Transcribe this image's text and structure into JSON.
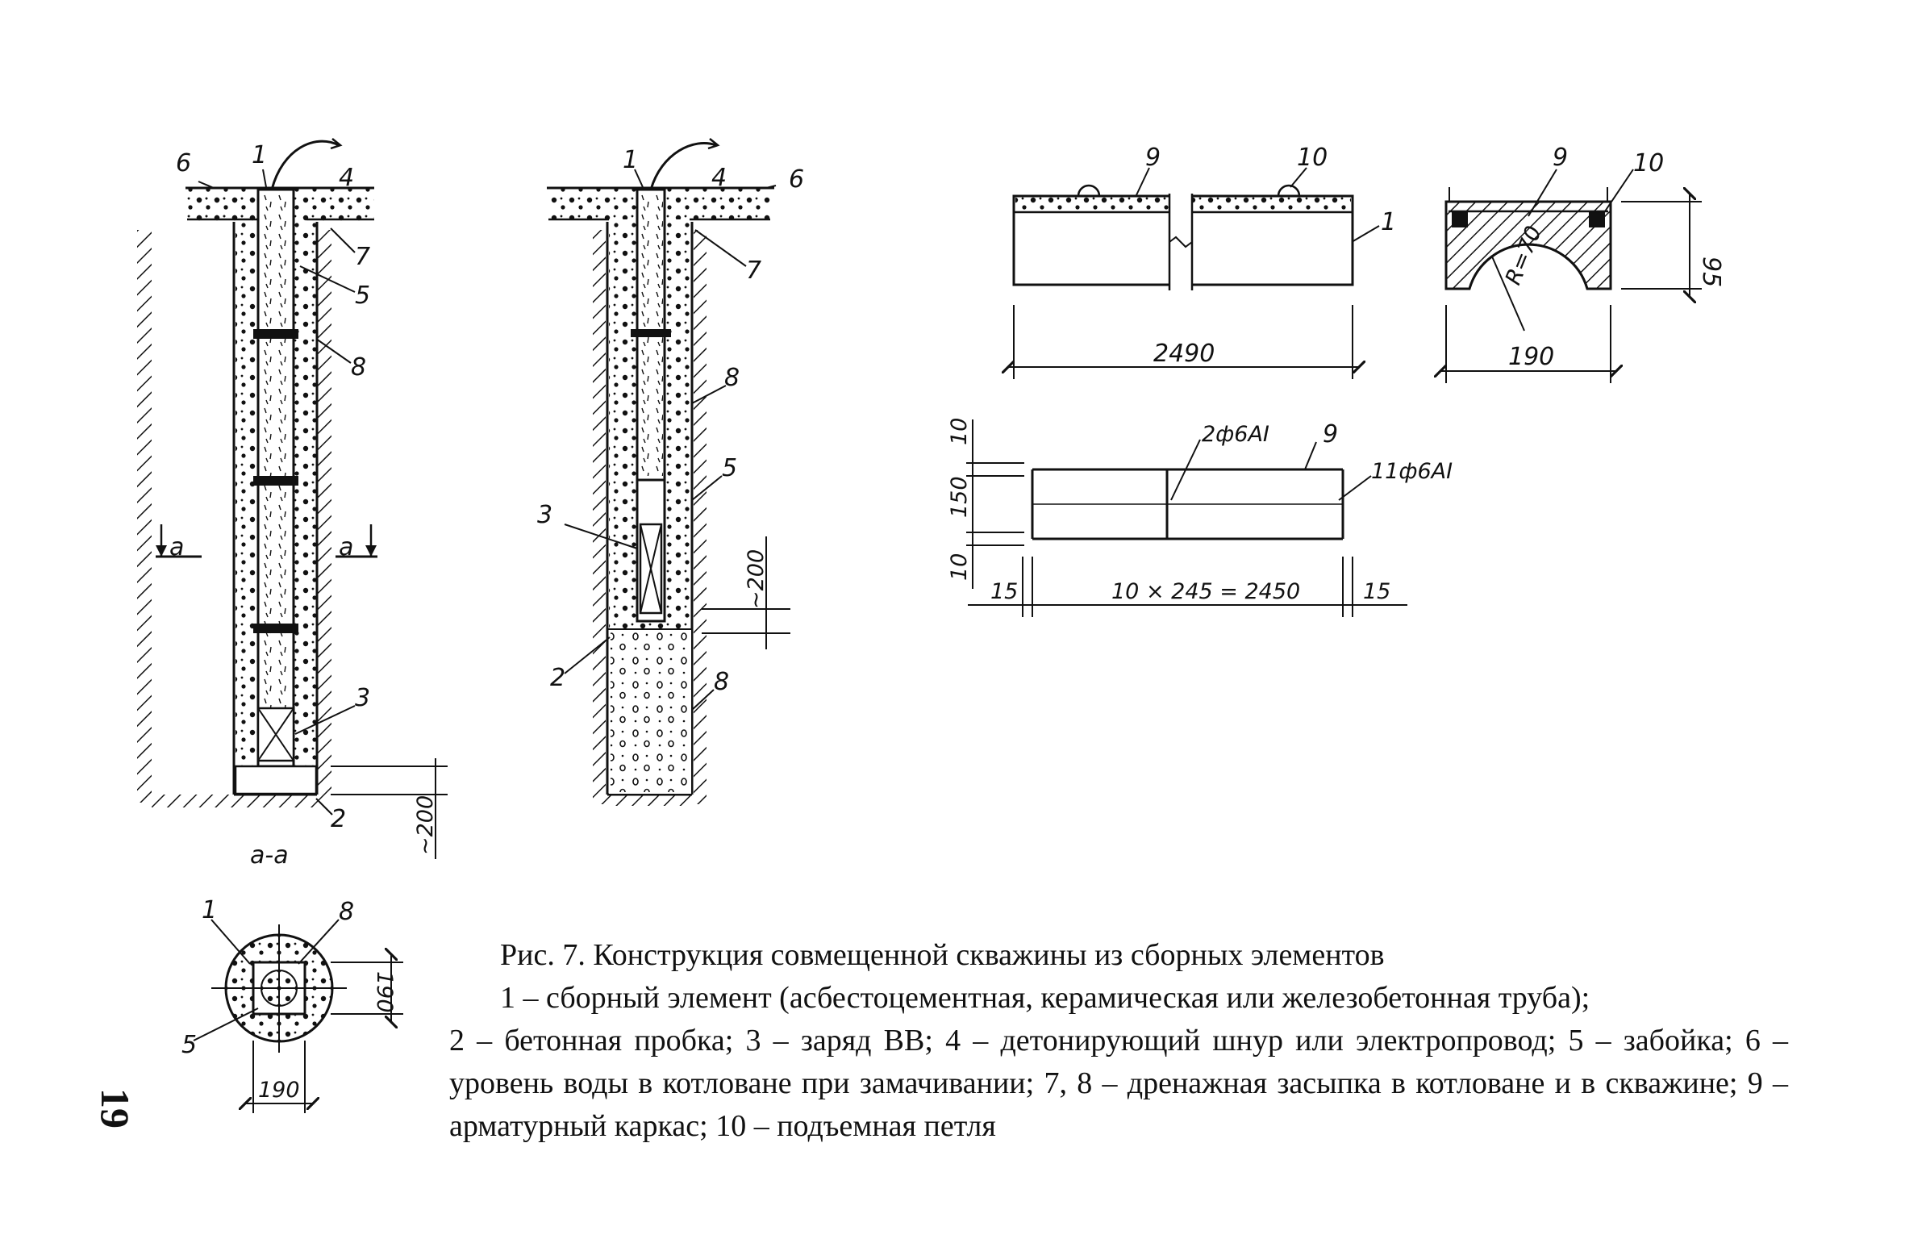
{
  "page_number": "19",
  "figure": {
    "section_label": "a-a",
    "cut_marker": "a",
    "labels": {
      "l1": "1",
      "l2": "2",
      "l3": "3",
      "l4": "4",
      "l5": "5",
      "l6": "6",
      "l7": "7",
      "l8": "8",
      "l9": "9",
      "l10": "10"
    },
    "dimensions": {
      "approx_200": "~200",
      "element_length": "2490",
      "element_width": "190",
      "element_height": "95",
      "radius": "R=70",
      "cage_rebar_long": "2ф6AI",
      "cage_rebar_cross": "11ф6AI",
      "cage_top": "10",
      "cage_mid": "150",
      "cage_bottom": "10",
      "cage_edge_left": "15",
      "cage_spacing": "10 × 245 = 2450",
      "cage_edge_right": "15",
      "section_size_v": "190",
      "section_size_h": "190"
    }
  },
  "caption": {
    "title": "Рис. 7. Конструкция совмещенной скважины из сборных элементов",
    "line1": "1 – сборный элемент (асбестоцементная, керамическая или железобетонная труба);",
    "rest": "2 – бетонная пробка; 3 – заряд ВВ; 4 – детонирующий шнур или электропровод; 5 – забойка; 6 – уровень воды в котловане при замачивании; 7, 8 – дренажная засыпка в котловане и в скважине; 9 – арматурный каркас; 10 – подъемная петля"
  }
}
